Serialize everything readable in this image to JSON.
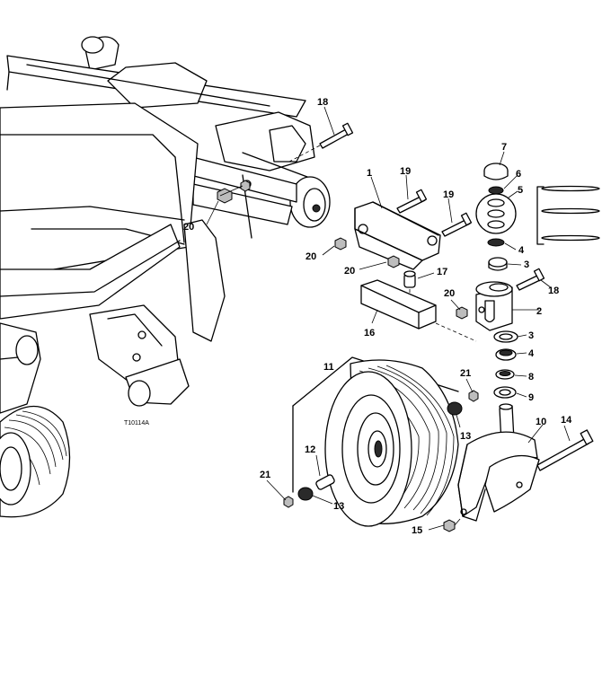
{
  "figure_id": "T10114A",
  "callouts": {
    "c1": "1",
    "c2": "2",
    "c3a": "3",
    "c3b": "3",
    "c4a": "4",
    "c4b": "4",
    "c5": "5",
    "c6": "6",
    "c7": "7",
    "c8": "8",
    "c9": "9",
    "c10": "10",
    "c11": "11",
    "c12": "12",
    "c13a": "13",
    "c13b": "13",
    "c14": "14",
    "c15": "15",
    "c16": "16",
    "c17": "17",
    "c18a": "18",
    "c18b": "18",
    "c19a": "19",
    "c19b": "19",
    "c20a": "20",
    "c20b": "20",
    "c20c": "20",
    "c20d": "20",
    "c21a": "21",
    "c21b": "21"
  }
}
